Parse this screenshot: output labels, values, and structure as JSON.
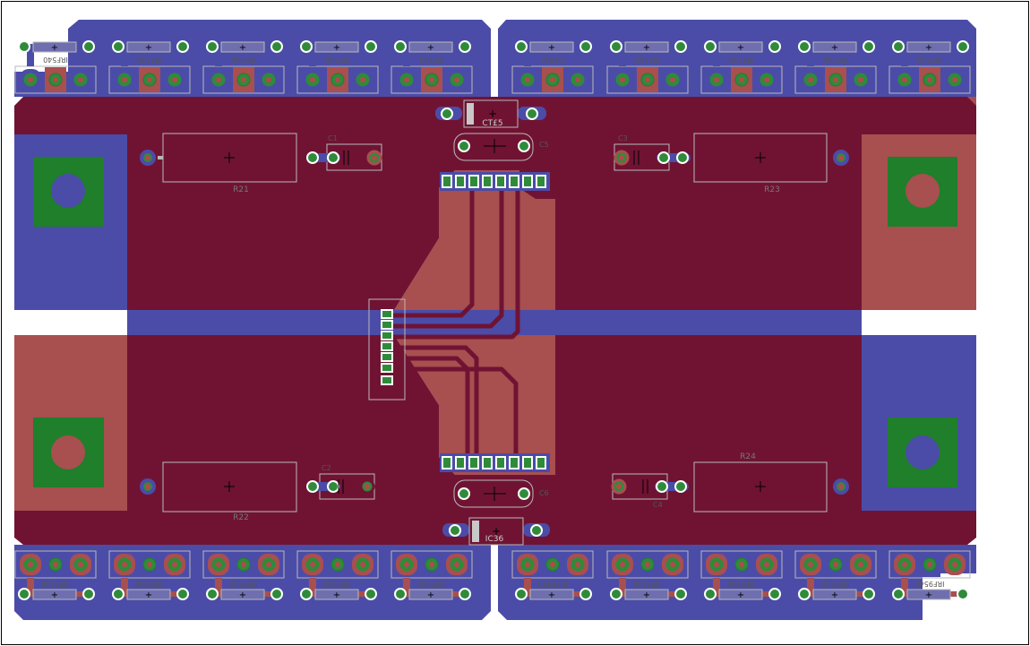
{
  "colors": {
    "background": "#ffffff",
    "outline": "#000000",
    "bottom_copper": "#4b4ca8",
    "top_copper": "#a84f4f",
    "overlap": "#701333",
    "pad": "#2f8b3a",
    "pad_dark": "#1f7f2a",
    "drill": "#b24a4a",
    "silk": "#b9b9b9",
    "label": "#555555"
  },
  "labels": {
    "r21": "R21",
    "r22": "R22",
    "r23": "R23",
    "r24": "R24",
    "c1": "C1",
    "c2": "C2",
    "c3": "C3",
    "c4": "C4",
    "c5": "C5",
    "c6": "C6",
    "ic_top": "CT£5",
    "ic_bottom": "IC36",
    "plus": "+",
    "mosfet_top": "IRF540",
    "mosfet_bottom": "IRF9540"
  }
}
